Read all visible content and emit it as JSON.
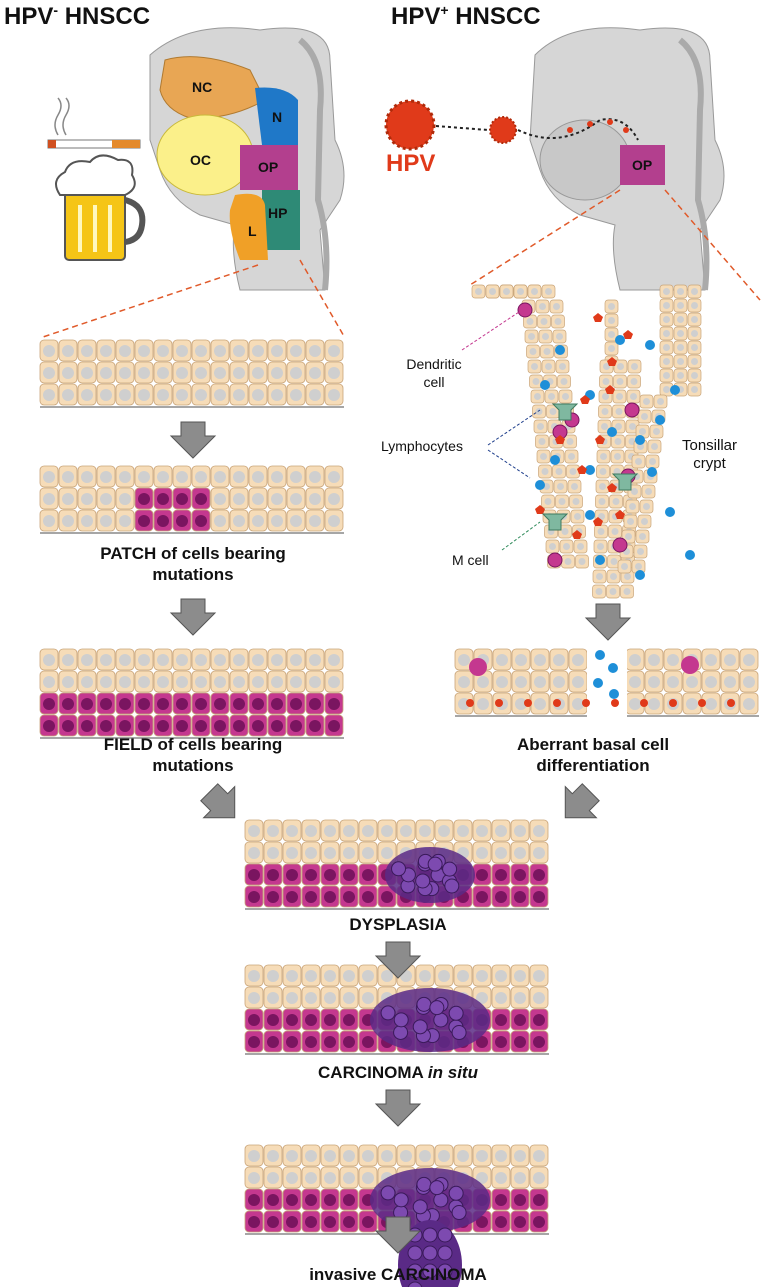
{
  "headers": {
    "left": {
      "base": "HPV",
      "sup": "-",
      "rest": " HNSCC"
    },
    "right": {
      "base": "HPV",
      "sup": "+",
      "rest": " HNSCC"
    }
  },
  "regions": {
    "nc": "NC",
    "n": "N",
    "oc": "OC",
    "op": "OP",
    "hp": "HP",
    "l": "L",
    "op_right": "OP"
  },
  "virus_label": "HPV",
  "crypt_labels": {
    "dendritic_line1": "Dendritic",
    "dendritic_line2": "cell",
    "lymphocytes": "Lymphocytes",
    "tonsillar_line1": "Tonsillar",
    "tonsillar_line2": "crypt",
    "m_cell": "M cell"
  },
  "captions": {
    "patch_line1": "PATCH of cells bearing",
    "patch_line2": "mutations",
    "field_line1": "FIELD of cells bearing",
    "field_line2": "mutations",
    "aberrant_line1": "Aberrant basal cell",
    "aberrant_line2": "differentiation",
    "dysplasia": "DYSPLASIA",
    "cis_bold": "CARCINOMA ",
    "cis_italic": "in situ",
    "invasive": "invasive CARCINOMA"
  },
  "colors": {
    "epithelium_light": "#f6dcb8",
    "cell_outline": "#c9a57a",
    "nucleus_grey": "#cfcfcf",
    "basal_magenta": "#c4388f",
    "basal_nucleus": "#7a1560",
    "tumor_purple": "#5a2a86",
    "arrow_grey": "#8c8c8c",
    "hpv_red": "#e03a1a",
    "lymphocyte_blue": "#1e8fd8"
  }
}
